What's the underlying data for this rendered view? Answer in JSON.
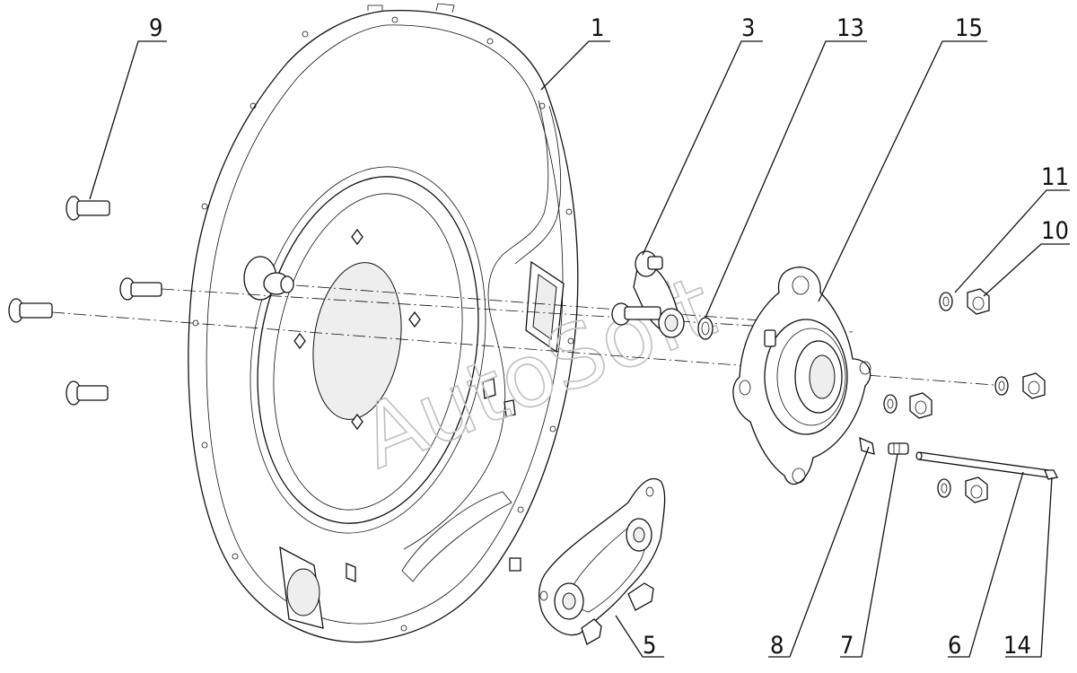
{
  "diagram": {
    "callouts": [
      {
        "id": "c1",
        "text": "1"
      },
      {
        "id": "c3",
        "text": "3"
      },
      {
        "id": "c13",
        "text": "13"
      },
      {
        "id": "c15",
        "text": "15"
      },
      {
        "id": "c9",
        "text": "9"
      },
      {
        "id": "c11",
        "text": "11"
      },
      {
        "id": "c10",
        "text": "10"
      },
      {
        "id": "c5",
        "text": "5"
      },
      {
        "id": "c8",
        "text": "8"
      },
      {
        "id": "c7",
        "text": "7"
      },
      {
        "id": "c6",
        "text": "6"
      },
      {
        "id": "c14",
        "text": "14"
      }
    ],
    "watermark": "AutoSoft"
  }
}
